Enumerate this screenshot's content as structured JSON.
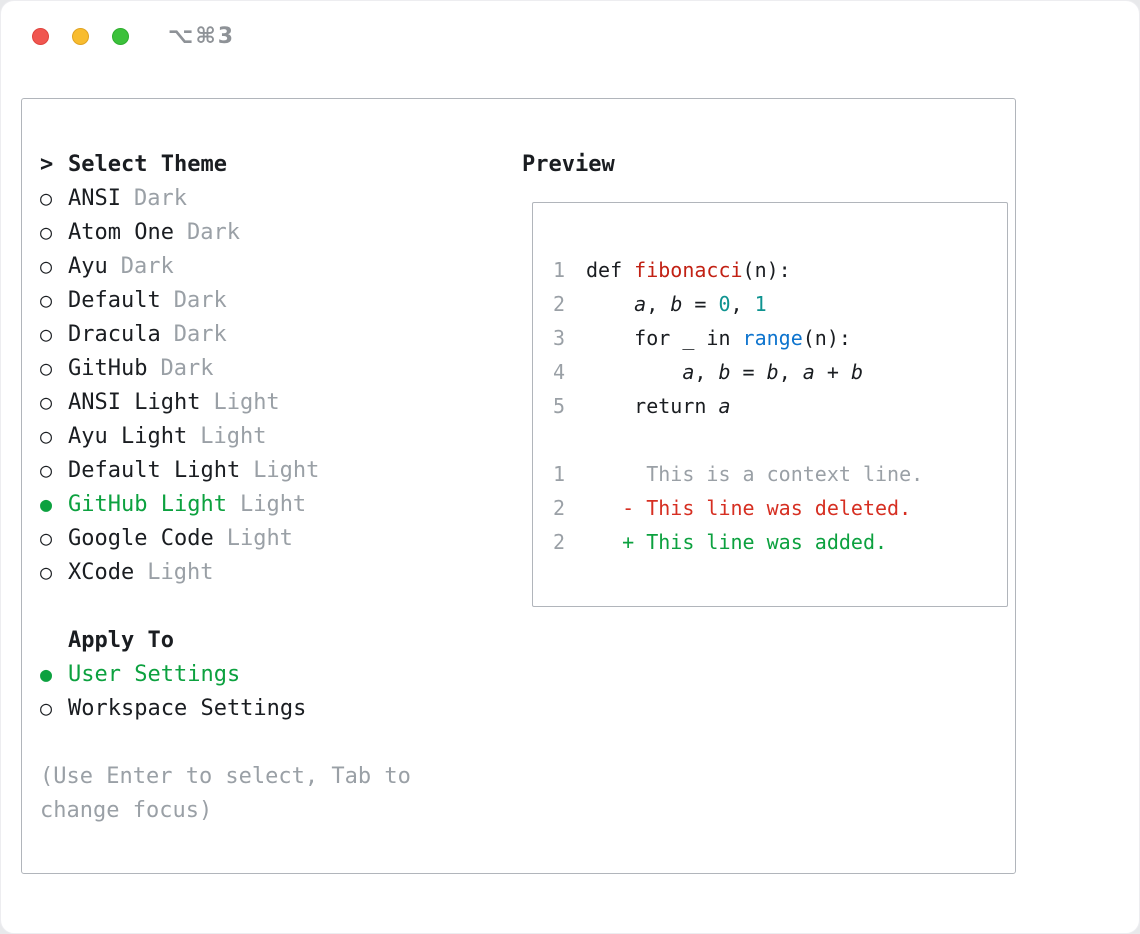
{
  "window": {
    "shortcut": "⌥⌘3"
  },
  "icons": {
    "radio_unselected": "○",
    "radio_selected": "●"
  },
  "colors": {
    "text": "#1a1d21",
    "muted": "#9aa0a6",
    "green": "#0ca13f",
    "deleted": "#d62f22",
    "func": "#c22114",
    "number": "#0e9390",
    "builtin": "#0d74ce"
  },
  "theme_selector": {
    "prompt": ">",
    "title": "Select Theme",
    "items": [
      {
        "label": "ANSI",
        "variant": "Dark",
        "selected": false
      },
      {
        "label": "Atom One",
        "variant": "Dark",
        "selected": false
      },
      {
        "label": "Ayu",
        "variant": "Dark",
        "selected": false
      },
      {
        "label": "Default",
        "variant": "Dark",
        "selected": false
      },
      {
        "label": "Dracula",
        "variant": "Dark",
        "selected": false
      },
      {
        "label": "GitHub",
        "variant": "Dark",
        "selected": false
      },
      {
        "label": "ANSI Light",
        "variant": "Light",
        "selected": false
      },
      {
        "label": "Ayu Light",
        "variant": "Light",
        "selected": false
      },
      {
        "label": "Default Light",
        "variant": "Light",
        "selected": false
      },
      {
        "label": "GitHub Light",
        "variant": "Light",
        "selected": true
      },
      {
        "label": "Google Code",
        "variant": "Light",
        "selected": false
      },
      {
        "label": "XCode",
        "variant": "Light",
        "selected": false
      }
    ]
  },
  "apply_to": {
    "title": "Apply To",
    "options": [
      {
        "label": "User Settings",
        "selected": true
      },
      {
        "label": "Workspace Settings",
        "selected": false
      }
    ]
  },
  "hint_lines": [
    "(Use Enter to select, Tab to",
    "change focus)"
  ],
  "preview": {
    "title": "Preview",
    "code_lines": [
      {
        "num": "1",
        "tokens": [
          {
            "t": "def ",
            "c": "plain"
          },
          {
            "t": "fibonacci",
            "c": "func"
          },
          {
            "t": "(n):",
            "c": "plain"
          }
        ]
      },
      {
        "num": "2",
        "tokens": [
          {
            "t": "    ",
            "c": "plain"
          },
          {
            "t": "a",
            "c": "var"
          },
          {
            "t": ", ",
            "c": "plain"
          },
          {
            "t": "b",
            "c": "var"
          },
          {
            "t": " = ",
            "c": "plain"
          },
          {
            "t": "0",
            "c": "num"
          },
          {
            "t": ", ",
            "c": "plain"
          },
          {
            "t": "1",
            "c": "num"
          }
        ]
      },
      {
        "num": "3",
        "tokens": [
          {
            "t": "    for _ in ",
            "c": "plain"
          },
          {
            "t": "range",
            "c": "builtin"
          },
          {
            "t": "(n):",
            "c": "plain"
          }
        ]
      },
      {
        "num": "4",
        "tokens": [
          {
            "t": "        ",
            "c": "plain"
          },
          {
            "t": "a",
            "c": "var"
          },
          {
            "t": ", ",
            "c": "plain"
          },
          {
            "t": "b",
            "c": "var"
          },
          {
            "t": " = ",
            "c": "plain"
          },
          {
            "t": "b",
            "c": "var"
          },
          {
            "t": ", ",
            "c": "plain"
          },
          {
            "t": "a",
            "c": "var"
          },
          {
            "t": " + ",
            "c": "plain"
          },
          {
            "t": "b",
            "c": "var"
          }
        ]
      },
      {
        "num": "5",
        "tokens": [
          {
            "t": "    return ",
            "c": "plain"
          },
          {
            "t": "a",
            "c": "var"
          }
        ]
      }
    ],
    "diff_lines": [
      {
        "num": "1",
        "kind": "context",
        "text": "     This is a context line."
      },
      {
        "num": "2",
        "kind": "deleted",
        "text": "   - This line was deleted."
      },
      {
        "num": "2",
        "kind": "added",
        "text": "   + This line was added."
      }
    ]
  }
}
